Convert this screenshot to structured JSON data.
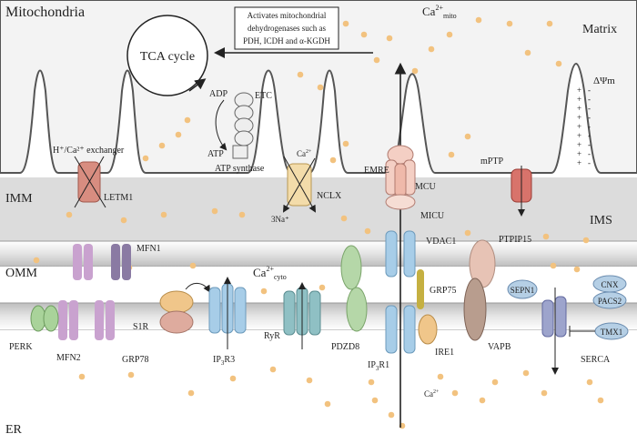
{
  "regions": {
    "mitochondria": "Mitochondria",
    "matrix": "Matrix",
    "imm": "IMM",
    "ims": "IMS",
    "omm": "OMM",
    "er": "ER"
  },
  "calcium": {
    "mito": "Ca",
    "mito_sup": "2+",
    "mito_sub": "mito",
    "cyto": "Ca",
    "cyto_sup": "2+",
    "cyto_sub": "cyto",
    "nclx": "Ca",
    "nclx_sup": "2+",
    "er": "Ca",
    "er_sup": "2+"
  },
  "tca": {
    "label": "TCA cycle",
    "note_line1": "Activates mitochondrial",
    "note_line2": "dehydrogenases such as",
    "note_line3": "PDH, ICDH and α-KGDH"
  },
  "membrane_potential": "ΔΨm",
  "etc": {
    "adp": "ADP",
    "etc": "ETC",
    "atp": "ATP",
    "atp_synthase": "ATP synthase"
  },
  "proteins": {
    "exchanger": "H⁺/Ca²⁺ exchanger",
    "letm1": "LETM1",
    "nclx": "NCLX",
    "na": "3Na⁺",
    "emre": "EMRE",
    "mcu": "MCU",
    "micu": "MICU",
    "mptp": "mPTP",
    "vdac1": "VDAC1",
    "grp75": "GRP75",
    "ptpip15": "PTPIP15",
    "mfn1": "MFN1",
    "mfn2": "MFN2",
    "perk": "PERK",
    "s1r": "S1R",
    "grp78": "GRP78",
    "ip3r3": "IP",
    "ip3r3_sub": "3",
    "ip3r3_tail": "R3",
    "ryr": "RyR",
    "pdzd8": "PDZD8",
    "ip3r1": "IP",
    "ip3r1_sub": "3",
    "ip3r1_tail": "R1",
    "ire1": "IRE1",
    "vapb": "VAPB",
    "sepn1": "SEPN1",
    "cnx": "CNX",
    "pacs2": "PACS2",
    "tmx1": "TMX1",
    "serca": "SERCA"
  },
  "colors": {
    "calcium_dot": "#f2c27f",
    "matrix_bg": "#f3f3f3",
    "ims_bg": "#dedede",
    "mfn1": "#8a7aa3",
    "mfn2": "#c9a2cf",
    "perk": "#a9d39a",
    "channel_blue": "#a7cde8",
    "ryr_teal": "#8fc0c4",
    "pdzd8": "#b5d7a8",
    "s1r": "#f0c68a",
    "grp78": "#deab9e",
    "grp75": "#c5b041",
    "vapb": "#b89d8e",
    "ptpip15": "#e7c3b5",
    "serca": "#9da4cc",
    "letm1": "#d88d80",
    "nclx": "#f3dcaa",
    "mcu": "#f4cfc4",
    "mptp": "#d8736b",
    "er_protein": "#b5cfe5"
  }
}
